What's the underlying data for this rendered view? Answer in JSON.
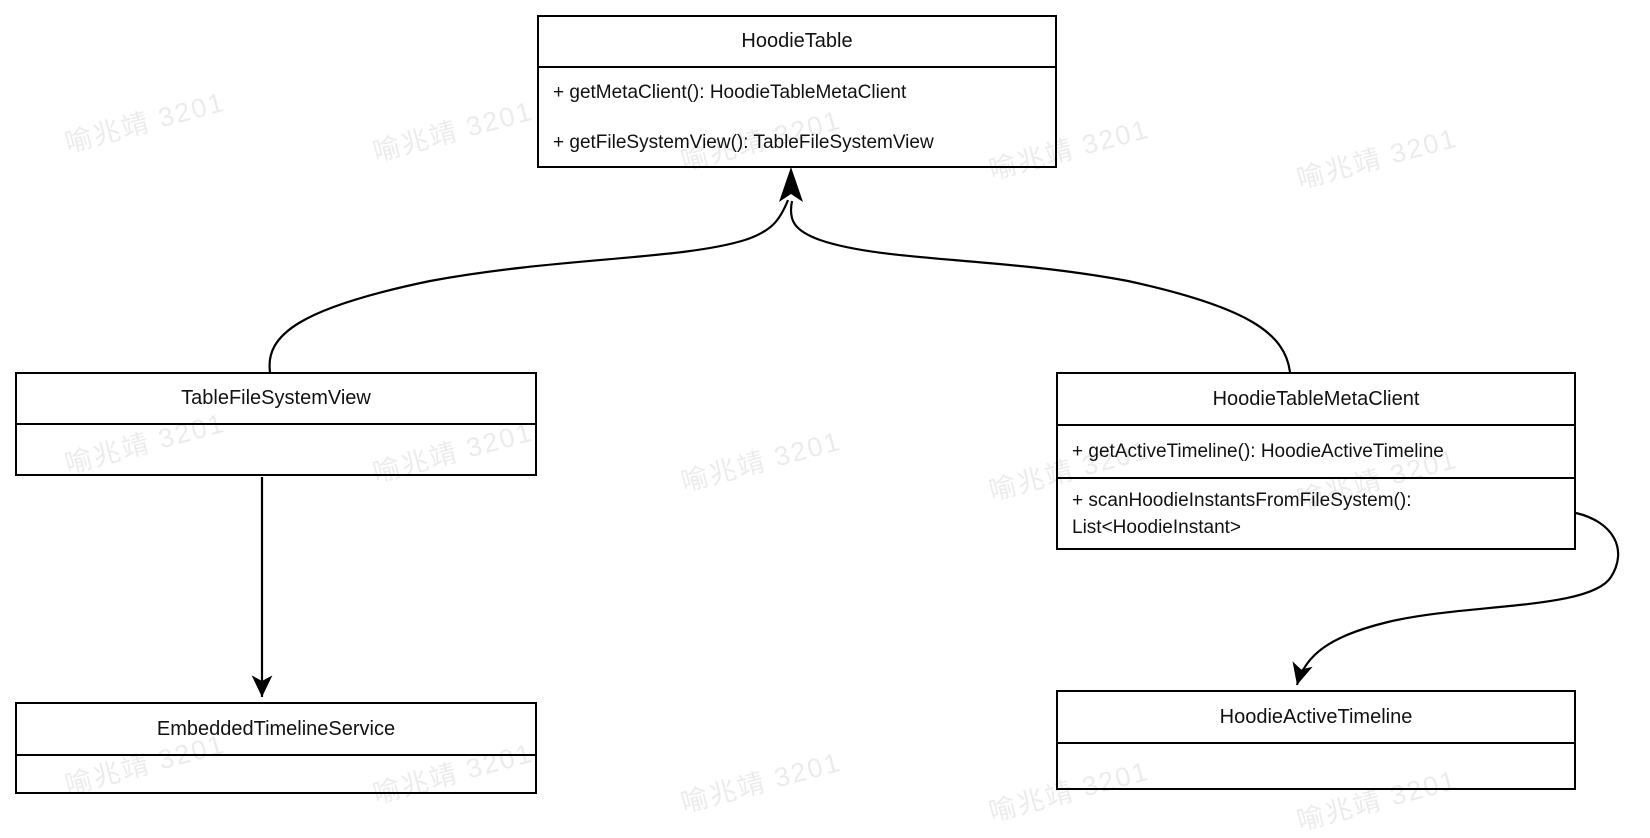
{
  "classes": {
    "hoodieTable": {
      "title": "HoodieTable",
      "methods": [
        "+ getMetaClient(): HoodieTableMetaClient",
        "+ getFileSystemView(): TableFileSystemView"
      ]
    },
    "tableFileSystemView": {
      "title": "TableFileSystemView"
    },
    "hoodieTableMetaClient": {
      "title": "HoodieTableMetaClient",
      "methods": [
        "+ getActiveTimeline(): HoodieActiveTimeline"
      ],
      "wrapped_method_lines": [
        "+ scanHoodieInstantsFromFileSystem():",
        "List<HoodieInstant>"
      ]
    },
    "embeddedTimelineService": {
      "title": "EmbeddedTimelineService"
    },
    "hoodieActiveTimeline": {
      "title": "HoodieActiveTimeline"
    }
  },
  "relations": [
    {
      "from": "TableFileSystemView",
      "to": "HoodieTable"
    },
    {
      "from": "HoodieTableMetaClient",
      "to": "HoodieTable"
    },
    {
      "from": "TableFileSystemView",
      "to": "EmbeddedTimelineService"
    },
    {
      "from": "HoodieTableMetaClient",
      "to": "HoodieActiveTimeline"
    }
  ],
  "watermark": {
    "text": "喻兆靖 3201",
    "color": "rgba(0,0,0,0.08)"
  },
  "colors": {
    "stroke": "#000000",
    "background": "#ffffff",
    "box_fill": "#ffffff"
  }
}
